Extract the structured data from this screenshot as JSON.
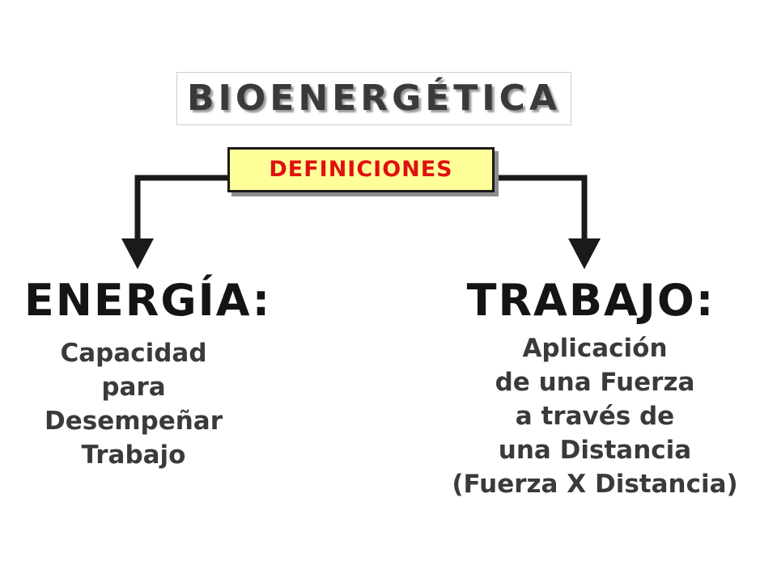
{
  "title": "BIOENERGÉTICA",
  "definitions_label": "DEFINICIONES",
  "left": {
    "heading": "ENERGÍA:",
    "lines": [
      "Capacidad",
      "para",
      "Desempeñar",
      "Trabajo"
    ]
  },
  "right": {
    "heading": "TRABAJO:",
    "lines": [
      "Aplicación",
      "de una Fuerza",
      "a través de",
      "una Distancia",
      "(Fuerza X Distancia)"
    ]
  },
  "colors": {
    "label_fill": "#ffff99",
    "label_text": "#e01010",
    "arrow": "#1a1a1a",
    "heading_text": "#141414",
    "body_text": "#3a3a3a"
  }
}
